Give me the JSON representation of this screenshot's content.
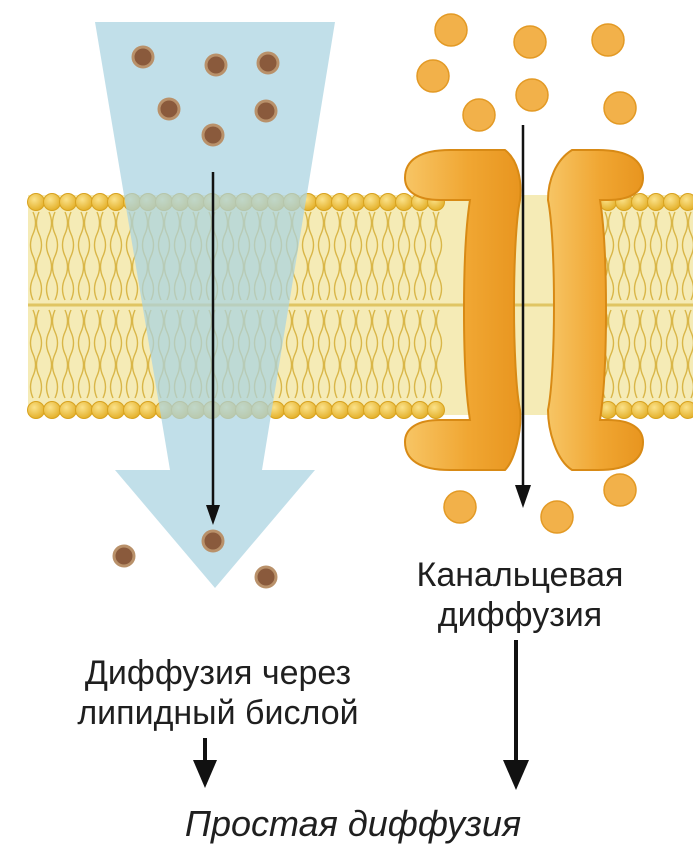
{
  "labels": {
    "channel_line1": "Канальцевая",
    "channel_line2": "диффузия",
    "bilayer_line1": "Диффузия через",
    "bilayer_line2": "липидный бислой",
    "summary": "Простая диффузия"
  },
  "colors": {
    "background": "#ffffff",
    "membrane_band": "#f4e9b0",
    "lipid_head": "#eec23e",
    "lipid_tail": "#d9b648",
    "channel_protein": "#f0a632",
    "channel_protein_light": "#f7c565",
    "bilayer_solute": "#8a5a3c",
    "channel_solute": "#f2b14a",
    "gradient_arrow": "#a9d2e0",
    "arrow": "#111111",
    "text": "#1f1f1f"
  },
  "icons": {
    "bilayer_solute": "brown-dot",
    "channel_solute": "orange-dot"
  }
}
